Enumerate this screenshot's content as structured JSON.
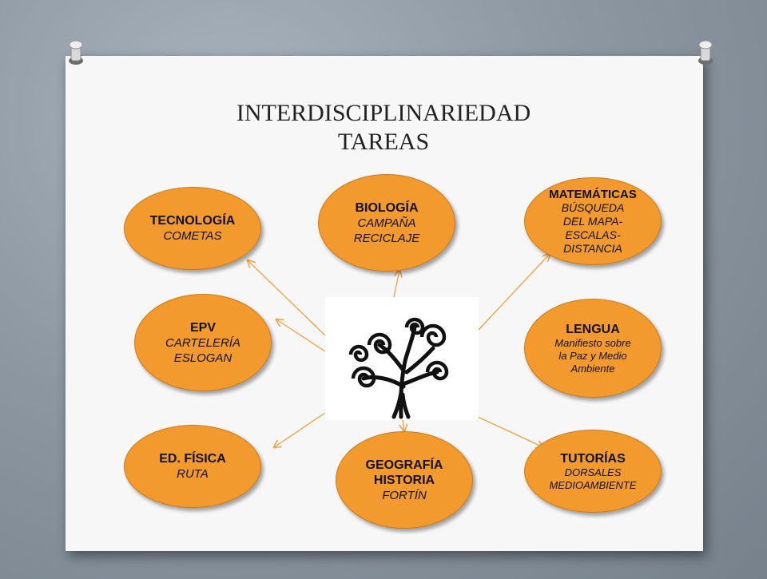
{
  "title": {
    "line1": "INTERDISCIPLINARIEDAD",
    "line2": "TAREAS"
  },
  "nodes": {
    "tecnologia": {
      "head": "TECNOLOGÍA",
      "sub": "COMETAS"
    },
    "biologia": {
      "head": "BIOLOGÍA",
      "sub1": "CAMPAÑA",
      "sub2": "RECICLAJE"
    },
    "matematicas": {
      "head": "MATEMÁTICAS",
      "sub1": "BÚSQUEDA",
      "sub2": "DEL MAPA-",
      "sub3": "ESCALAS-",
      "sub4": "DISTANCIA"
    },
    "epv": {
      "head": "EPV",
      "sub1": "CARTELERÍA",
      "sub2": "ESLOGAN"
    },
    "lengua": {
      "head": "LENGUA",
      "sub1": "Manifiesto sobre",
      "sub2": "la Paz y Medio",
      "sub3": "Ambiente"
    },
    "edfisica": {
      "head": "ED. FÍSICA",
      "sub": "RUTA"
    },
    "geografia": {
      "head1": "GEOGRAFÍA",
      "head2": "HISTORIA",
      "sub": "FORTÍN"
    },
    "tutorias": {
      "head": "TUTORÍAS",
      "sub1": "DORSALES",
      "sub2": "MEDIOAMBIENTE"
    }
  },
  "colors": {
    "node_fill": "#f29a2e",
    "node_border": "#d07a14",
    "arrow": "#f0a040",
    "board": "#f7f7f7"
  },
  "icons": [
    "push-pin-icon",
    "spiral-tree-icon"
  ]
}
